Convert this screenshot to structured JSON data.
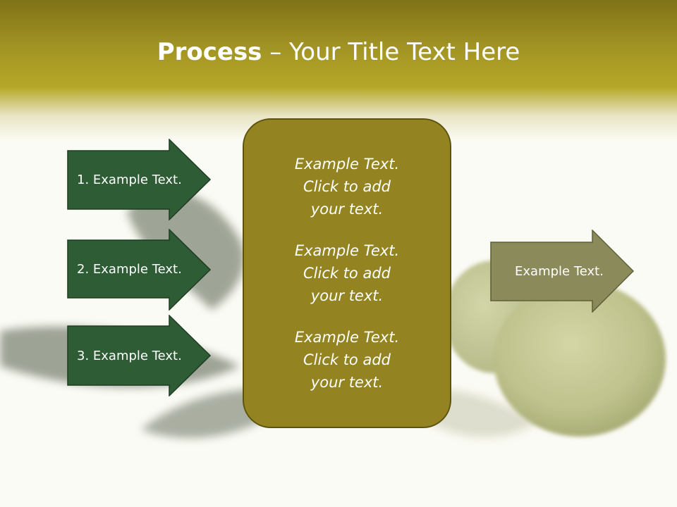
{
  "slide": {
    "title_bold": "Process",
    "title_rest": " – Your Title Text Here"
  },
  "steps": [
    {
      "label": "1. Example Text."
    },
    {
      "label": "2. Example Text."
    },
    {
      "label": "3. Example Text."
    }
  ],
  "center_blocks": [
    {
      "text": "Example Text.\nClick  to add\nyour text."
    },
    {
      "text": "Example Text.\nClick  to add\nyour text."
    },
    {
      "text": "Example Text.\nClick  to add\nyour text."
    }
  ],
  "result": {
    "label": "Example Text."
  },
  "colors": {
    "header": "#a39524",
    "step_arrow": "#2e5c34",
    "center_box": "#938421",
    "result_arrow": "#8a8a5a"
  }
}
